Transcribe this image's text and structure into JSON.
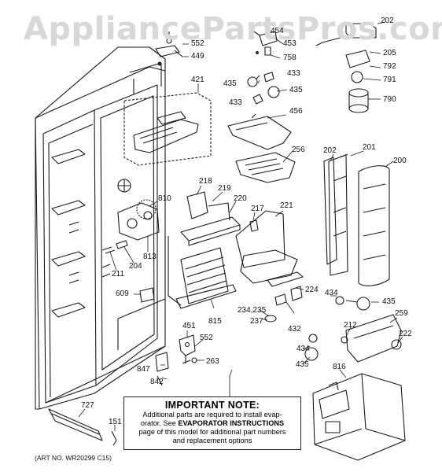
{
  "watermark": "AppliancePartsPros.com",
  "callouts": {
    "c202a": "202",
    "c205": "205",
    "c792": "792",
    "c791": "791",
    "c790": "790",
    "c552a": "552",
    "c449": "449",
    "c453": "453",
    "c758": "758",
    "c454": "454",
    "c433a": "433",
    "c435a": "435",
    "c433b": "433",
    "c435b": "435",
    "c421": "421",
    "c456": "456",
    "c256": "256",
    "c202b": "202",
    "c201": "201",
    "c200": "200",
    "c810": "810",
    "c218": "218",
    "c219": "219",
    "c220": "220",
    "c217": "217",
    "c221": "221",
    "c813": "813",
    "c204": "204",
    "c211": "211",
    "c609": "609",
    "c224": "224",
    "c234235": "234,235",
    "c237": "237",
    "c815": "815",
    "c432": "432",
    "c434a": "434",
    "c435c": "435",
    "c212": "212",
    "c259": "259",
    "c222": "222",
    "c451": "451",
    "c552b": "552",
    "c263": "263",
    "c434b": "434",
    "c435d": "435",
    "c847": "847",
    "c842": "842",
    "c816": "816",
    "c727": "727",
    "c151": "151"
  },
  "note": {
    "title": "IMPORTANT NOTE:",
    "line1": "Additional parts are required to install evap-",
    "line2_pre": "orator.  See ",
    "line2_bold": "EVAPORATOR INSTRUCTIONS",
    "line3": "page of this model for additional part numbers",
    "line4": "and replacement options"
  },
  "footer": "(ART NO. WR20299 C15)"
}
